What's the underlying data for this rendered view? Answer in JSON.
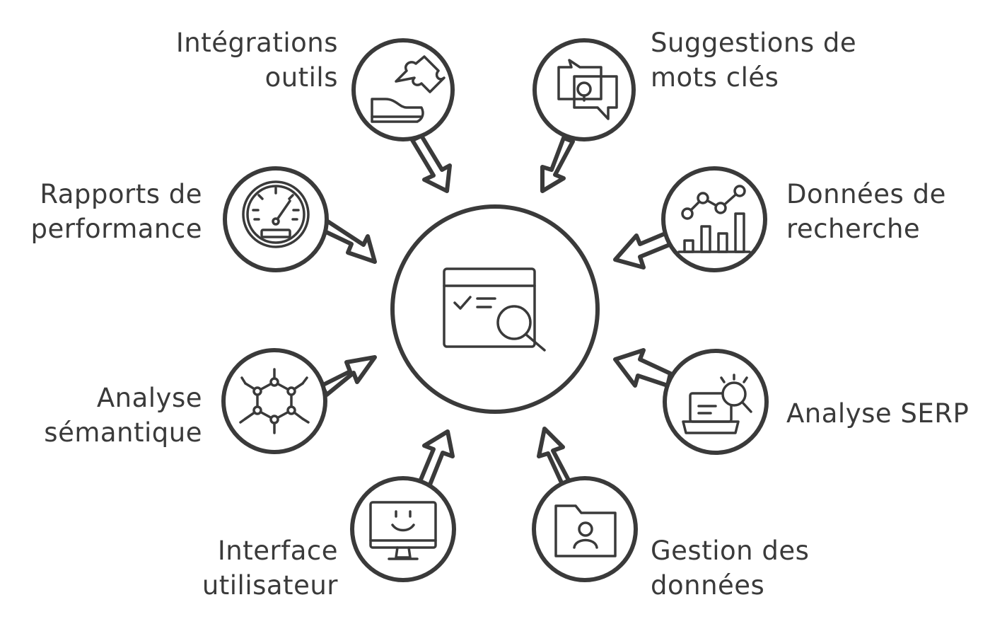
{
  "diagram": {
    "center": {
      "icon": "seo-tool-search-icon"
    },
    "nodes": [
      {
        "id": "integrations",
        "lines": [
          "Intégrations",
          "outils"
        ],
        "icon": "puzzle-icon"
      },
      {
        "id": "keywords",
        "lines": [
          "Suggestions de",
          "mots clés"
        ],
        "icon": "idea-bubble-icon"
      },
      {
        "id": "search-data",
        "lines": [
          "Données de",
          "recherche"
        ],
        "icon": "trend-chart-icon"
      },
      {
        "id": "serp",
        "lines": [
          "Analyse SERP"
        ],
        "icon": "laptop-search-icon"
      },
      {
        "id": "data-management",
        "lines": [
          "Gestion des",
          "données"
        ],
        "icon": "user-folder-icon"
      },
      {
        "id": "ui",
        "lines": [
          "Interface",
          "utilisateur"
        ],
        "icon": "smiley-monitor-icon"
      },
      {
        "id": "semantic",
        "lines": [
          "Analyse",
          "sémantique"
        ],
        "icon": "molecule-icon"
      },
      {
        "id": "reports",
        "lines": [
          "Rapports de",
          "performance"
        ],
        "icon": "speedometer-icon"
      }
    ]
  }
}
